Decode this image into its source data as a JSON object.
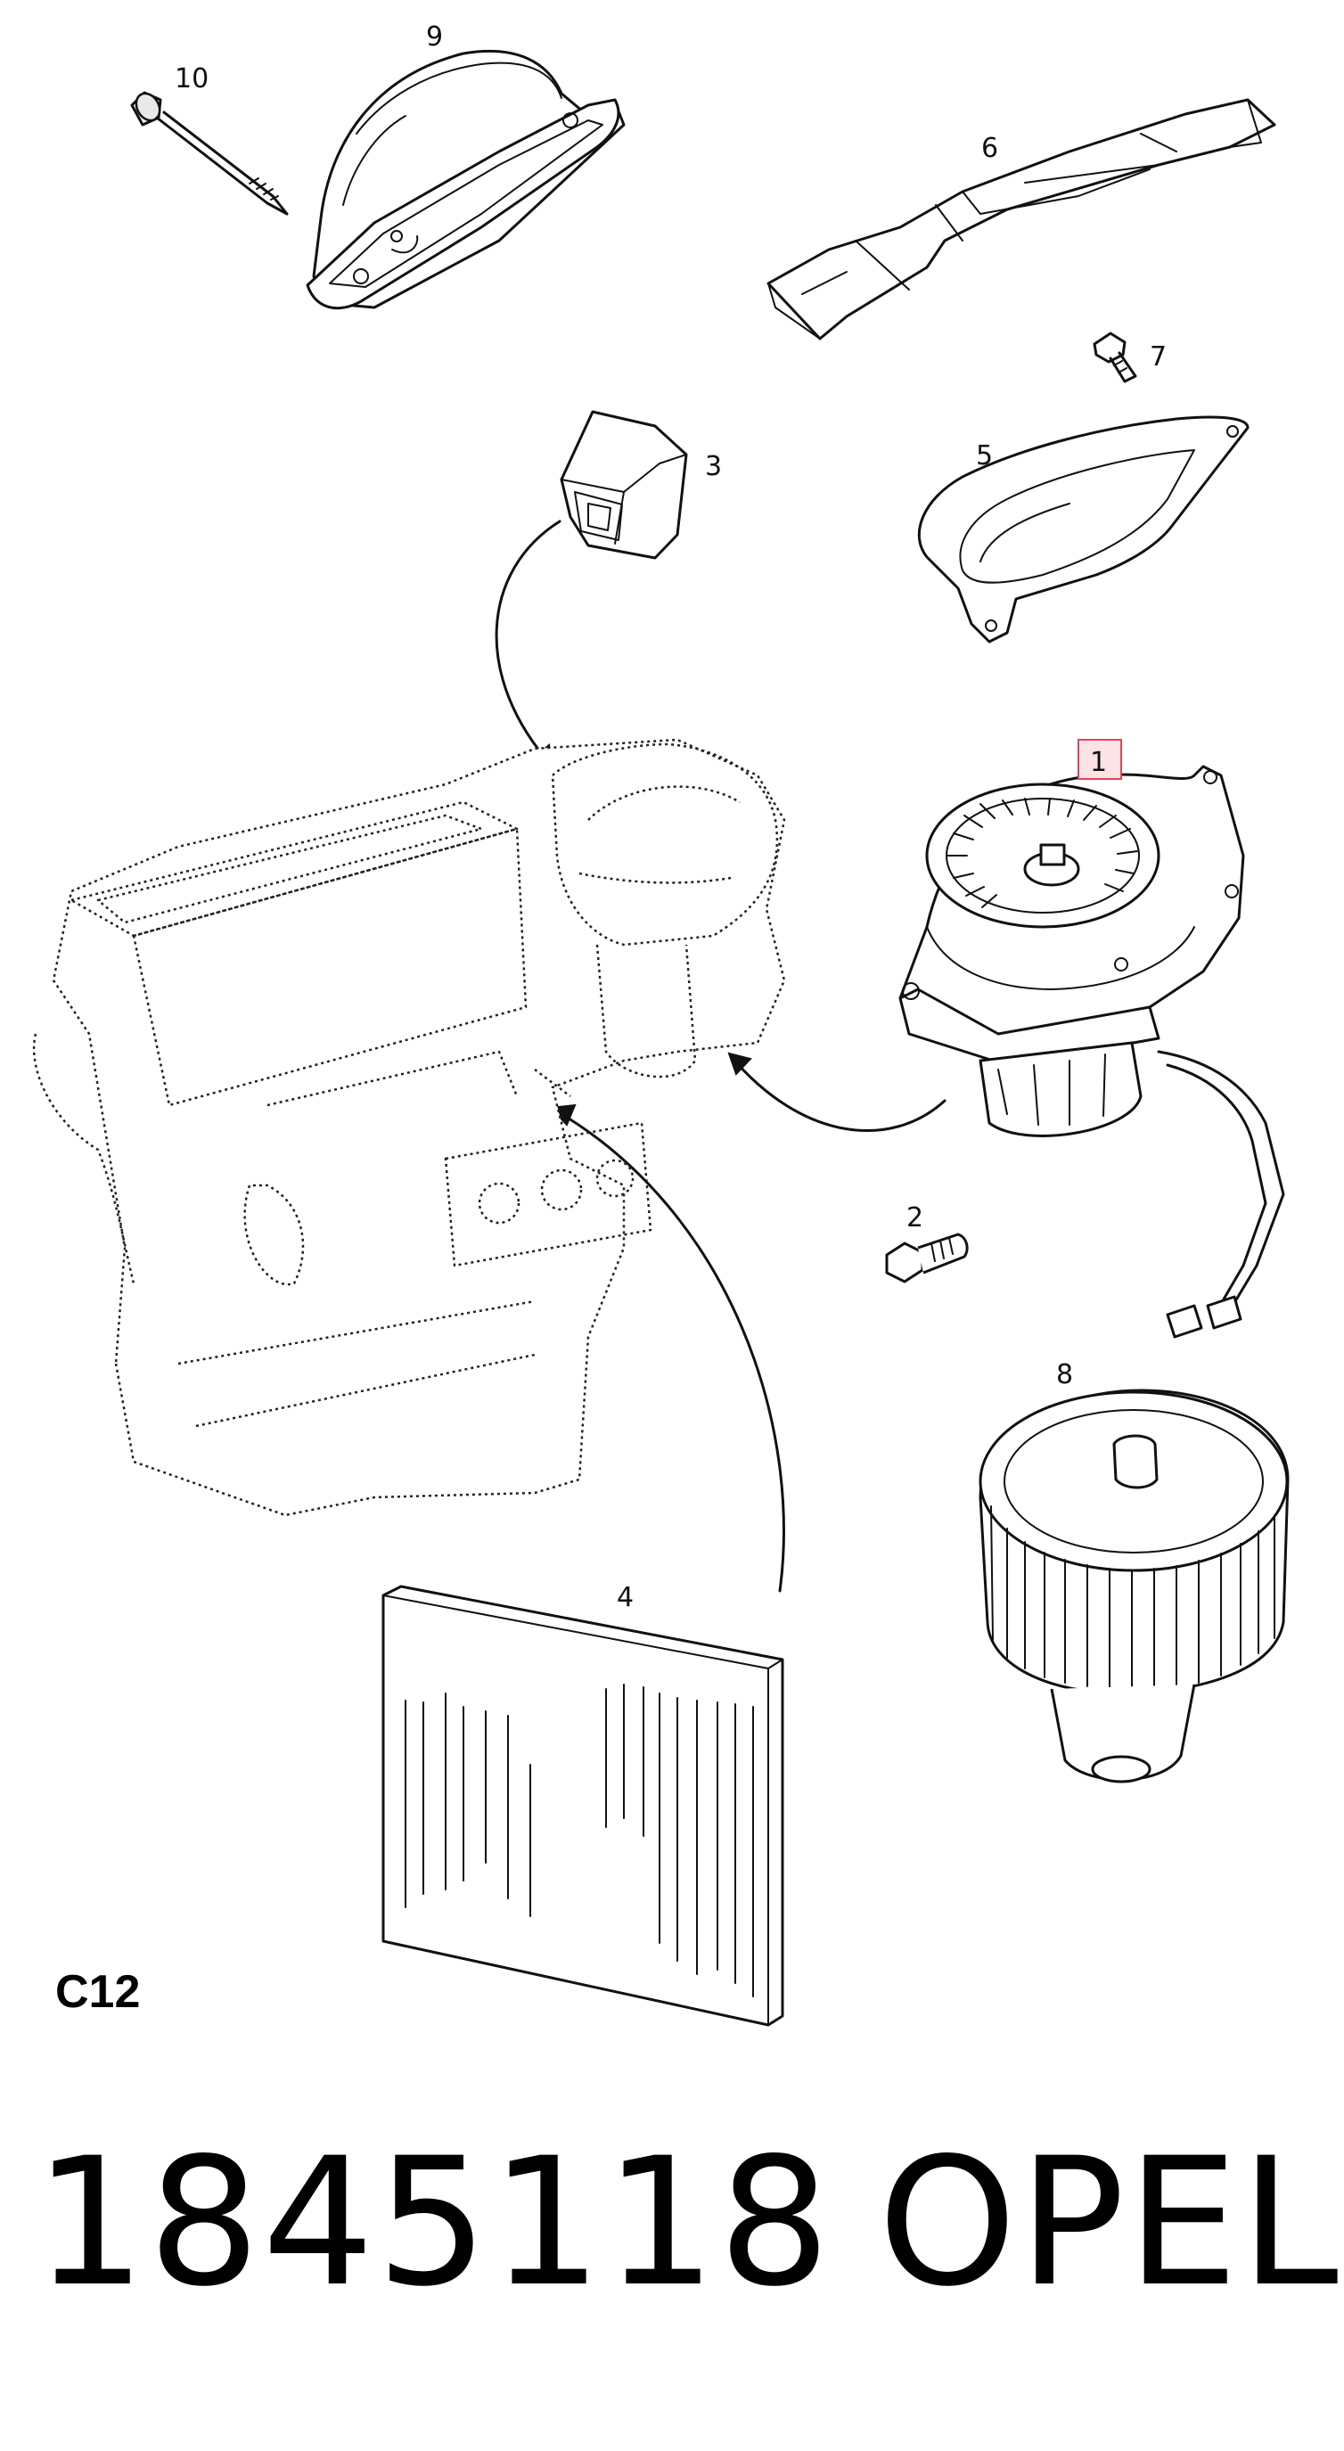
{
  "diagram": {
    "callouts": [
      {
        "id": "1",
        "text": "1"
      },
      {
        "id": "2",
        "text": "2"
      },
      {
        "id": "3",
        "text": "3"
      },
      {
        "id": "4",
        "text": "4"
      },
      {
        "id": "5",
        "text": "5"
      },
      {
        "id": "6",
        "text": "6"
      },
      {
        "id": "7",
        "text": "7"
      },
      {
        "id": "8",
        "text": "8"
      },
      {
        "id": "9",
        "text": "9"
      },
      {
        "id": "10",
        "text": "10"
      }
    ],
    "highlighted_callout": "1",
    "highlight_color": "#e3435a",
    "highlight_fill": "#fbe3e6"
  },
  "page_code": "C12",
  "caption": {
    "part_number": "1845118",
    "brand": "OPEL"
  }
}
